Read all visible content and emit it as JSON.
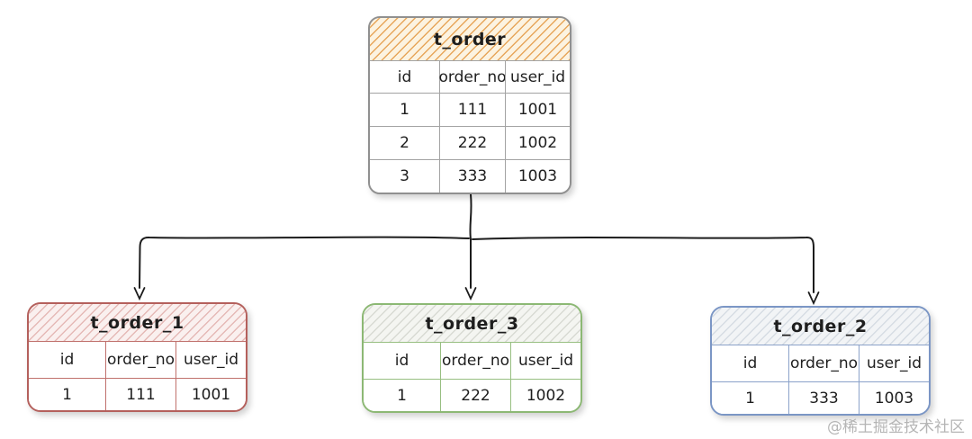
{
  "diagram": {
    "type": "database-sharding-diagram",
    "watermark": "@稀土掘金技术社区",
    "arrow_color": "#1c1c1c",
    "tables": {
      "t_order": {
        "title": "t_order",
        "columns": [
          "id",
          "order_no",
          "user_id"
        ],
        "rows": [
          [
            "1",
            "111",
            "1001"
          ],
          [
            "2",
            "222",
            "1002"
          ],
          [
            "3",
            "333",
            "1003"
          ]
        ],
        "theme": {
          "border": "#909090",
          "grid": "#a3a3a3",
          "header_bg": "#fcf3e1",
          "hatch": "#e7a65a"
        }
      },
      "t_order_1": {
        "title": "t_order_1",
        "columns": [
          "id",
          "order_no",
          "user_id"
        ],
        "rows": [
          [
            "1",
            "111",
            "1001"
          ]
        ],
        "theme": {
          "border": "#b4605c",
          "grid": "#c0706c",
          "header_bg": "#faf0ef",
          "hatch": "#e5b9b6"
        }
      },
      "t_order_3": {
        "title": "t_order_3",
        "columns": [
          "id",
          "order_no",
          "user_id"
        ],
        "rows": [
          [
            "1",
            "222",
            "1002"
          ]
        ],
        "theme": {
          "border": "#8cb874",
          "grid": "#97bf81",
          "header_bg": "#f4f5f1",
          "hatch": "#d8dad3"
        }
      },
      "t_order_2": {
        "title": "t_order_2",
        "columns": [
          "id",
          "order_no",
          "user_id"
        ],
        "rows": [
          [
            "1",
            "333",
            "1003"
          ]
        ],
        "theme": {
          "border": "#7b96c5",
          "grid": "#8ba2c9",
          "header_bg": "#f2f4f6",
          "hatch": "#d6dce3"
        }
      }
    }
  }
}
